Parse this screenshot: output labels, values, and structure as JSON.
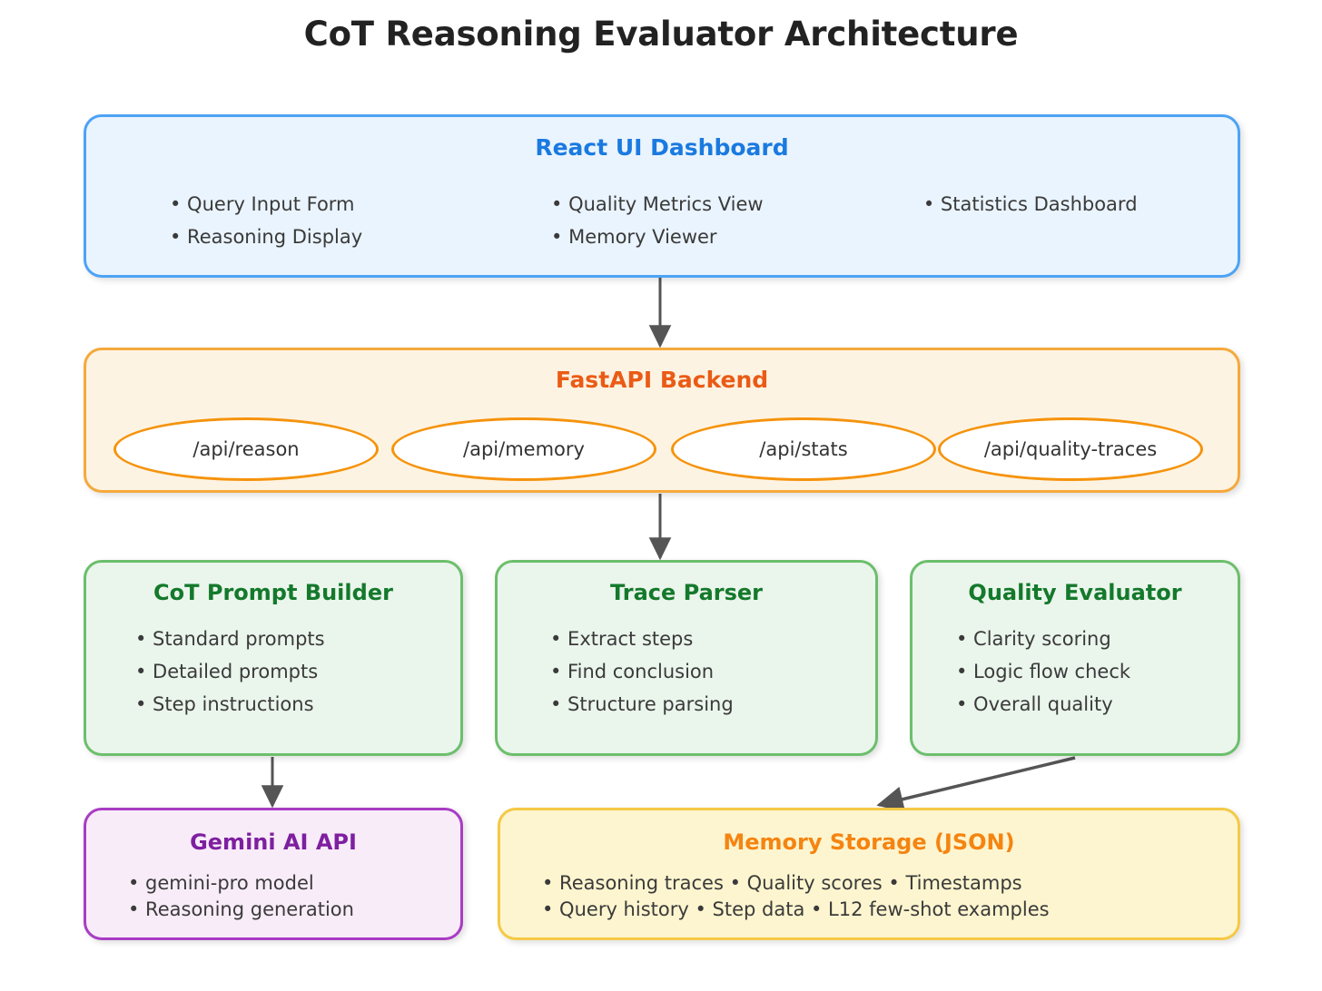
{
  "title": "CoT Reasoning Evaluator Architecture",
  "colors": {
    "blue_border": "#4da3f5",
    "blue_fill": "#eaf4fe",
    "blue_text": "#1a7ae0",
    "orange_border": "#f5a93c",
    "orange_fill": "#fdf3e3",
    "orange_text": "#ea5b15",
    "green_border": "#6cbf6c",
    "green_fill": "#eaf5ec",
    "green_text": "#14792b",
    "purple_border": "#a93cc4",
    "purple_fill": "#f8ecf9",
    "purple_text": "#7e1fa0",
    "yellow_border": "#f5c945",
    "yellow_fill": "#fdf5cf",
    "yellow_text": "#f58410",
    "arrow": "#555555",
    "ellipse_border": "#f5930c"
  },
  "frontend": {
    "title": "React UI Dashboard",
    "column1": [
      "• Query Input Form",
      "• Reasoning Display"
    ],
    "column2": [
      "• Quality Metrics View",
      "• Memory Viewer"
    ],
    "column3": [
      "• Statistics Dashboard"
    ]
  },
  "backend": {
    "title": "FastAPI Backend",
    "endpoints": [
      "/api/reason",
      "/api/memory",
      "/api/stats",
      "/api/quality-traces"
    ]
  },
  "services": [
    {
      "title": "CoT Prompt Builder",
      "bullets": [
        "• Standard prompts",
        "• Detailed prompts",
        "• Step instructions"
      ]
    },
    {
      "title": "Trace Parser",
      "bullets": [
        "• Extract steps",
        "• Find conclusion",
        "• Structure parsing"
      ]
    },
    {
      "title": "Quality Evaluator",
      "bullets": [
        "• Clarity scoring",
        "• Logic flow check",
        "• Overall quality"
      ]
    }
  ],
  "gemini": {
    "title": "Gemini AI API",
    "bullets": [
      "• gemini-pro model",
      "• Reasoning generation"
    ]
  },
  "memory": {
    "title": "Memory Storage (JSON)",
    "bullets": [
      "• Reasoning traces • Quality scores • Timestamps",
      "• Query history • Step data • L12 few-shot examples"
    ]
  },
  "connections": [
    {
      "from": "React UI Dashboard",
      "to": "FastAPI Backend"
    },
    {
      "from": "FastAPI Backend",
      "to": "Trace Parser"
    },
    {
      "from": "CoT Prompt Builder",
      "to": "Gemini AI API"
    },
    {
      "from": "Quality Evaluator",
      "to": "Memory Storage (JSON)"
    }
  ]
}
